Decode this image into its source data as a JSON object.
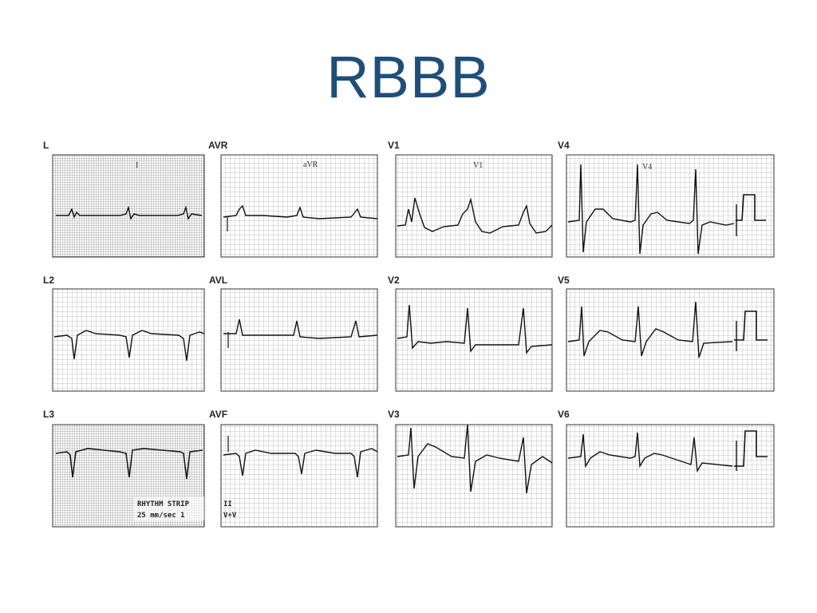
{
  "slide": {
    "title": "RBBB"
  },
  "accent_color": "#1f4e79",
  "ecg": {
    "leads": [
      {
        "id": "L",
        "label": "L",
        "note": "I"
      },
      {
        "id": "AVR",
        "label": "AVR",
        "note": "aVR"
      },
      {
        "id": "V1",
        "label": "V1",
        "note": "V1"
      },
      {
        "id": "V4",
        "label": "V4",
        "note": "V4"
      },
      {
        "id": "L2",
        "label": "L2",
        "note": ""
      },
      {
        "id": "AVL",
        "label": "AVL",
        "note": ""
      },
      {
        "id": "V2",
        "label": "V2",
        "note": ""
      },
      {
        "id": "V5",
        "label": "V5",
        "note": ""
      },
      {
        "id": "L3",
        "label": "L3",
        "note": ""
      },
      {
        "id": "AVF",
        "label": "AVF",
        "note": ""
      },
      {
        "id": "V3",
        "label": "V3",
        "note": ""
      },
      {
        "id": "V6",
        "label": "V6",
        "note": ""
      }
    ],
    "footer": {
      "left_line1": "RHYTHM STRIP",
      "left_line2": "25 mm/sec 1",
      "right_line1": "II",
      "right_line2": "V+V"
    }
  }
}
